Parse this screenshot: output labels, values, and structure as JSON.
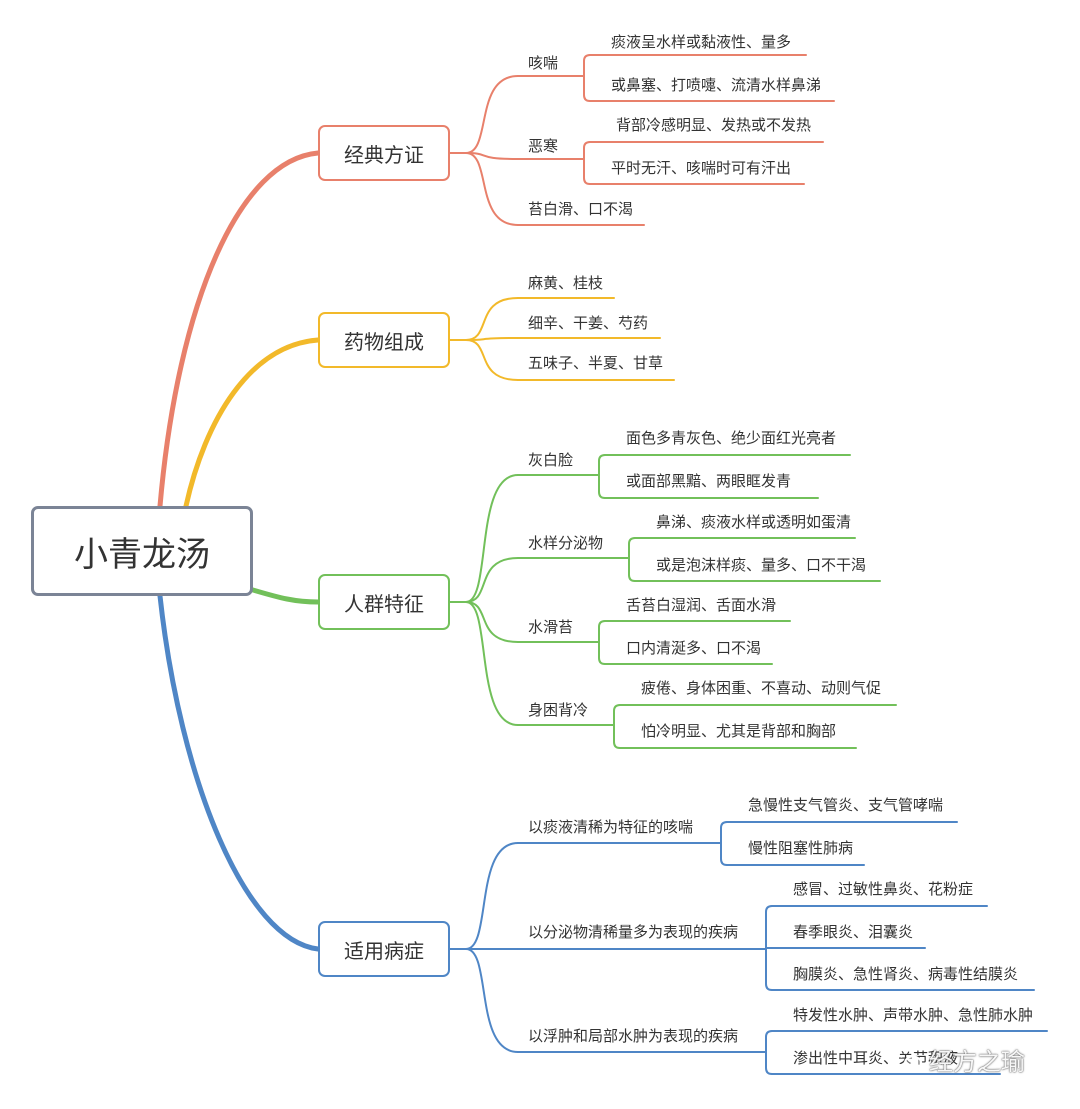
{
  "root": {
    "label": "小青龙汤"
  },
  "branches": [
    {
      "label": "经典方证",
      "color": "#e8806b",
      "children": [
        {
          "label": "咳喘",
          "children": [
            "痰液呈水样或黏液性、量多",
            "或鼻塞、打喷嚏、流清水样鼻涕"
          ]
        },
        {
          "label": "恶寒",
          "children": [
            "背部冷感明显、发热或不发热",
            "平时无汗、咳喘时可有汗出"
          ]
        },
        {
          "label": "苔白滑、口不渴",
          "children": []
        }
      ]
    },
    {
      "label": "药物组成",
      "color": "#f2b92a",
      "children": [
        {
          "label": "麻黄、桂枝",
          "children": []
        },
        {
          "label": "细辛、干姜、芍药",
          "children": []
        },
        {
          "label": "五味子、半夏、甘草",
          "children": []
        }
      ]
    },
    {
      "label": "人群特征",
      "color": "#72c05a",
      "children": [
        {
          "label": "灰白脸",
          "children": [
            "面色多青灰色、绝少面红光亮者",
            "或面部黑黯、两眼眶发青"
          ]
        },
        {
          "label": "水样分泌物",
          "children": [
            "鼻涕、痰液水样或透明如蛋清",
            "或是泡沫样痰、量多、口不干渴"
          ]
        },
        {
          "label": "水滑苔",
          "children": [
            "舌苔白湿润、舌面水滑",
            "口内清涎多、口不渴"
          ]
        },
        {
          "label": "身困背冷",
          "children": [
            "疲倦、身体困重、不喜动、动则气促",
            "怕冷明显、尤其是背部和胸部"
          ]
        }
      ]
    },
    {
      "label": "适用病症",
      "color": "#4f86c6",
      "children": [
        {
          "label": "以痰液清稀为特征的咳喘",
          "children": [
            "急慢性支气管炎、支气管哮喘",
            "慢性阻塞性肺病"
          ]
        },
        {
          "label": "以分泌物清稀量多为表现的疾病",
          "children": [
            "感冒、过敏性鼻炎、花粉症",
            "春季眼炎、泪囊炎",
            "胸膜炎、急性肾炎、病毒性结膜炎"
          ]
        },
        {
          "label": "以浮肿和局部水肿为表现的疾病",
          "children": [
            "特发性水肿、声带水肿、急性肺水肿",
            "渗出性中耳炎、关节积液"
          ]
        }
      ]
    }
  ],
  "watermark": {
    "text": "经方之瑜",
    "icon": "wechat-logo-icon"
  }
}
